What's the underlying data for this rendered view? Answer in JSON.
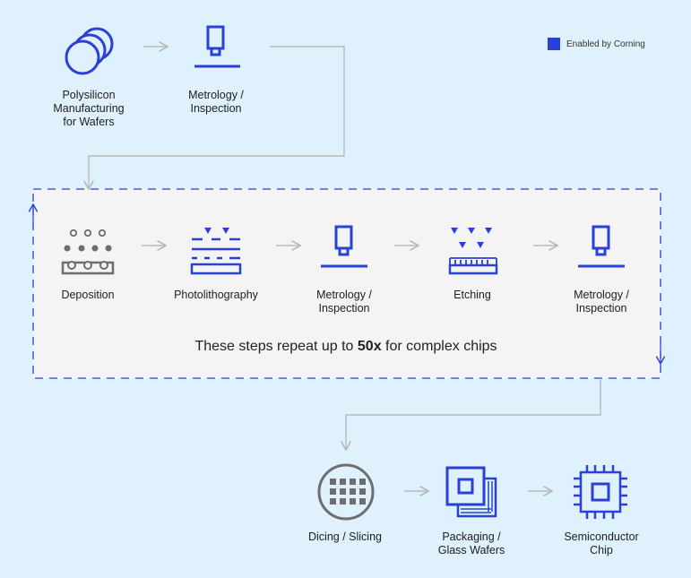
{
  "legend": {
    "label": "Enabled by Corning",
    "color": "#2a40d6"
  },
  "steps": {
    "polysilicon": "Polysilicon\nManufacturing\nfor Wafers",
    "metrology_1": "Metrology /\nInspection",
    "deposition": "Deposition",
    "photolithography": "Photolithography",
    "metrology_2": "Metrology /\nInspection",
    "etching": "Etching",
    "metrology_3": "Metrology /\nInspection",
    "dicing": "Dicing / Slicing",
    "packaging": "Packaging /\nGlass Wafers",
    "semiconductor": "Semiconductor\nChip"
  },
  "repeat_note": {
    "prefix": "These steps repeat up to ",
    "emphasis": "50x",
    "suffix": " for complex chips"
  },
  "colors": {
    "corning_blue": "#2a40d6",
    "neutral_gray": "#6e6e6e",
    "arrow_gray": "#b9b9b9",
    "loop_box": "#f4f4f4"
  }
}
